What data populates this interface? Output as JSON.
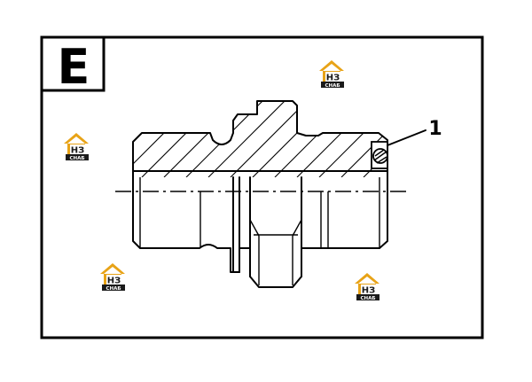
{
  "diagram": {
    "variant_letter": "E",
    "callout_number": "1"
  },
  "watermark": {
    "logo_letters": "НЗ",
    "logo_caption": "СНАБ",
    "colors": {
      "roof": "#e8a317",
      "dark": "#1a1a1a"
    }
  },
  "colors": {
    "line": "#000000",
    "background": "#ffffff"
  }
}
